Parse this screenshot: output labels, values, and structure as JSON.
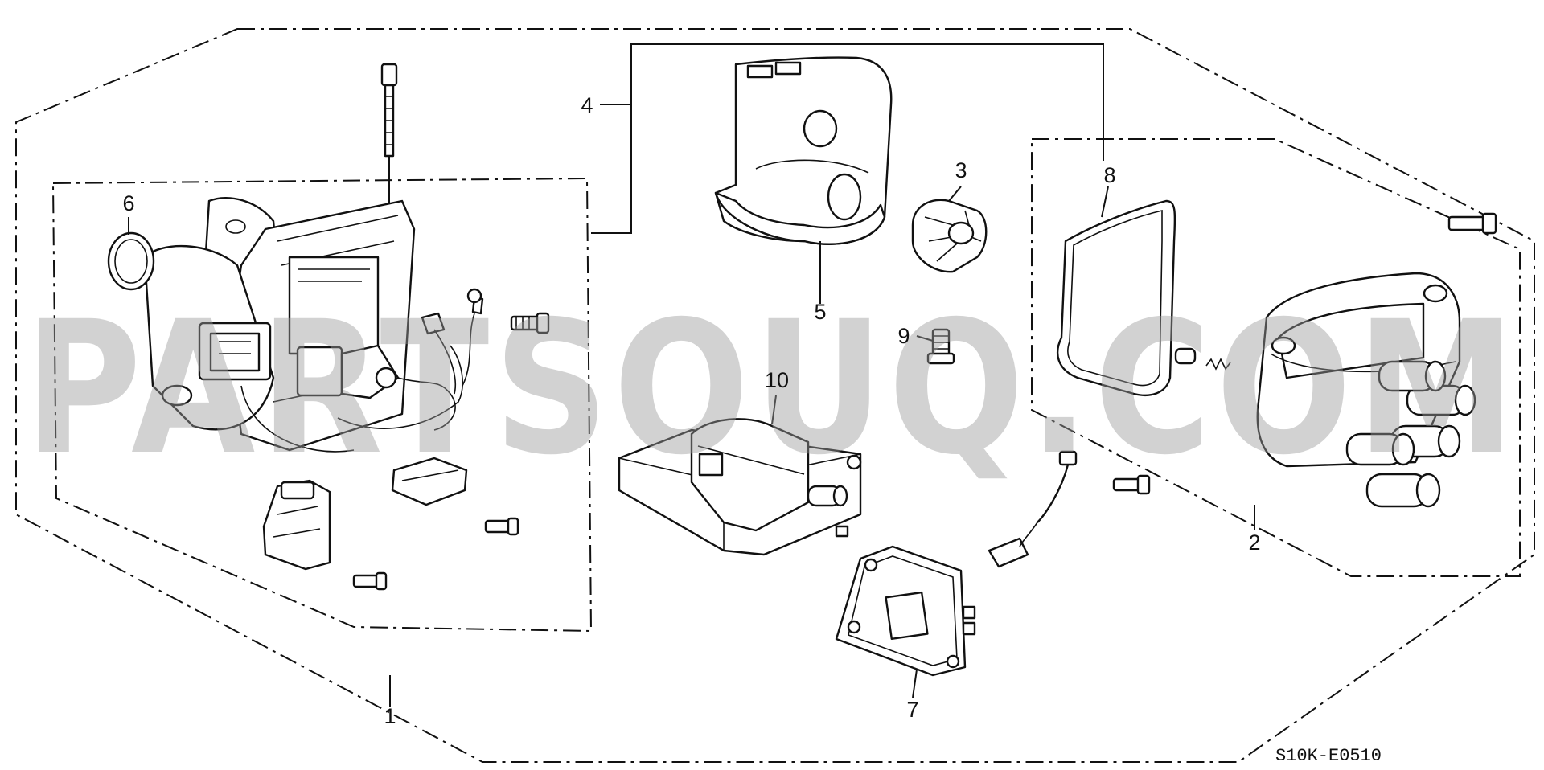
{
  "watermark": "PARTSOUQ.COM",
  "diagram_code": "S10K-E0510",
  "callouts": {
    "c1": "1",
    "c2": "2",
    "c3": "3",
    "c4": "4",
    "c5": "5",
    "c6": "6",
    "c7": "7",
    "c8": "8",
    "c9": "9",
    "c10": "10"
  }
}
